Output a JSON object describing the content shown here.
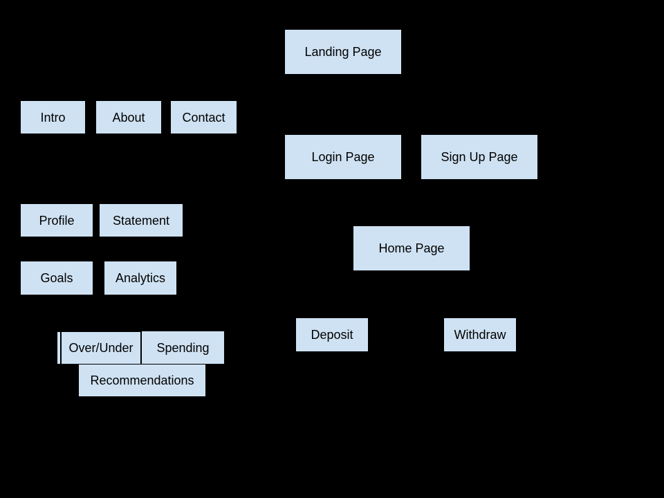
{
  "canvas": {
    "background": "#000000"
  },
  "node_style": {
    "fill": "#cfe2f3",
    "text_color": "#000000"
  },
  "nodes": [
    {
      "id": "landing-page",
      "label": "Landing Page"
    },
    {
      "id": "intro",
      "label": "Intro"
    },
    {
      "id": "about",
      "label": "About"
    },
    {
      "id": "contact",
      "label": "Contact"
    },
    {
      "id": "login-page",
      "label": "Login Page"
    },
    {
      "id": "sign-up-page",
      "label": "Sign Up Page"
    },
    {
      "id": "profile",
      "label": "Profile"
    },
    {
      "id": "statement",
      "label": "Statement"
    },
    {
      "id": "home-page",
      "label": "Home Page"
    },
    {
      "id": "goals",
      "label": "Goals"
    },
    {
      "id": "analytics",
      "label": "Analytics"
    },
    {
      "id": "deposit",
      "label": "Deposit"
    },
    {
      "id": "withdraw",
      "label": "Withdraw"
    },
    {
      "id": "over-under",
      "label": "Over/Under"
    },
    {
      "id": "spending",
      "label": "Spending"
    },
    {
      "id": "recommendations",
      "label": "Recommendations"
    }
  ]
}
